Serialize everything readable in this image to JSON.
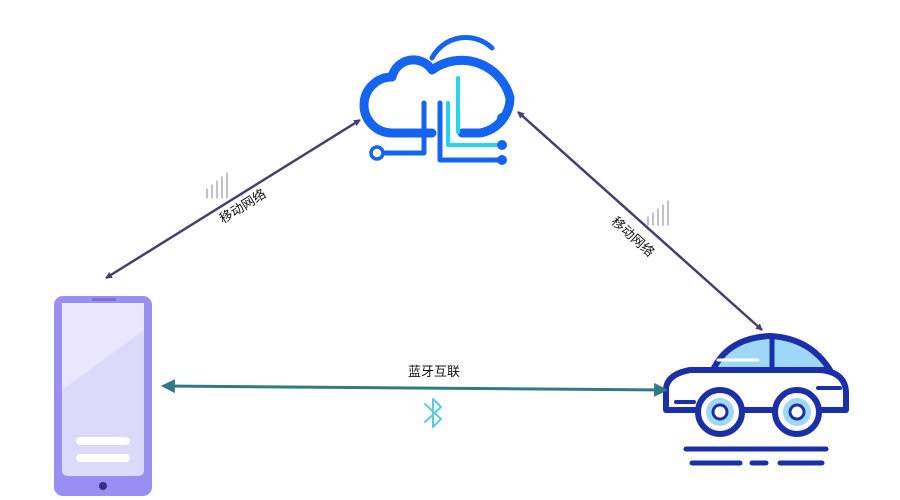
{
  "nodes": {
    "cloud": {
      "icon": "cloud-network-icon"
    },
    "phone": {
      "icon": "smartphone-icon"
    },
    "car": {
      "icon": "car-icon"
    }
  },
  "edges": {
    "phone_cloud": {
      "label": "移动网络",
      "icon": "signal-bars-icon",
      "color": "#4a3d6e",
      "bidirectional": true
    },
    "cloud_car": {
      "label": "移动网络",
      "icon": "signal-bars-icon",
      "color": "#4a3d6e",
      "bidirectional": true
    },
    "phone_car": {
      "label": "蓝牙互联",
      "icon": "bluetooth-icon",
      "color": "#2f7a86",
      "bidirectional": true
    }
  },
  "colors": {
    "cloud_primary": "#1464f0",
    "cloud_accent": "#25d5f0",
    "phone_body": "#9a8ef2",
    "phone_screen": "#dcd9fb",
    "car_outline": "#1a2fa8",
    "car_fill": "#9ed8f6",
    "bluetooth": "#5cc8e8"
  }
}
